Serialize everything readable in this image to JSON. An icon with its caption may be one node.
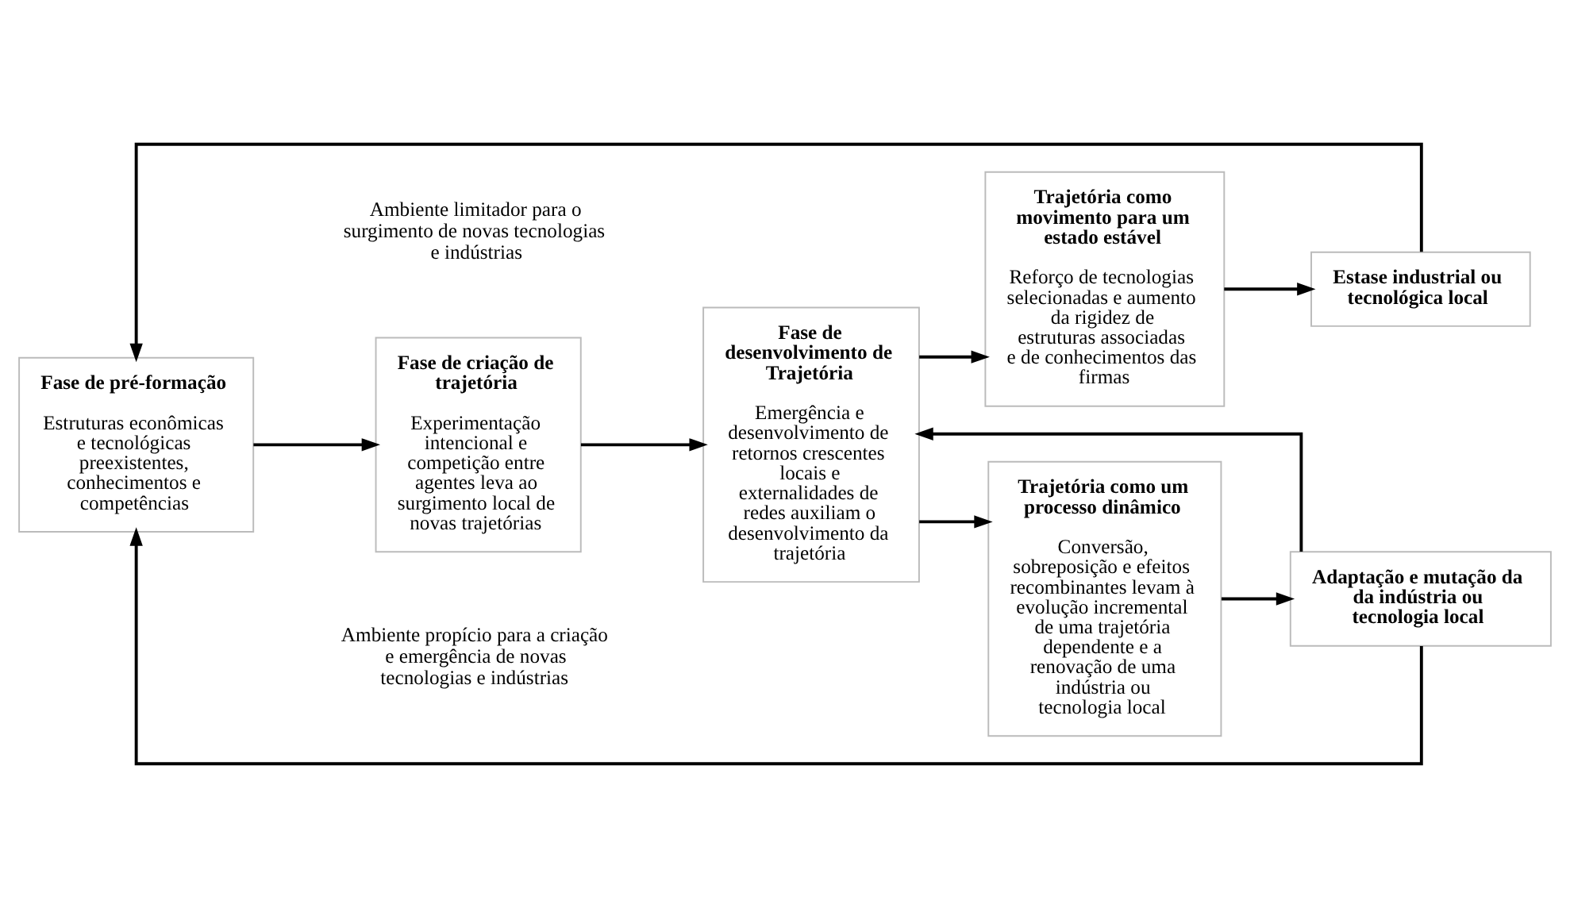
{
  "diagram": {
    "nodes": [
      {
        "text": [
          "Fase de pré-formação",
          "Estruturas econômicas e tecnológicas preexistentes, conhecimentos e competências"
        ]
      },
      {
        "text": [
          "Fase de criação de trajetória",
          "Experimentação intencional e competição entre agentes leva ao surgimento local de novas trajetórias"
        ]
      },
      {
        "text": [
          "Fase de desenvolvimento de Trajetória",
          "Emergência e desenvolvimento de retornos crescentes locais e externalidades de redes auxiliam o desenvolvimento da trajetória"
        ]
      },
      {
        "text": [
          "Trajetória como movimento para um estado estável",
          "Reforço de tecnologias selecionadas e aumento da rigidez de estruturas associadas e de conhecimentos das firmas"
        ]
      },
      {
        "text": [
          "Trajetória como um processo dinâmico",
          "Conversão, sobreposição e efeitos recombinantes levam à evolução incremental de uma trajetória dependente e a renovação de uma indústria ou tecnologia local"
        ]
      },
      {
        "text": [
          "Estase industrial ou tecnológica local"
        ]
      },
      {
        "text": [
          "Adaptação e mutação da da indústria ou tecnologia local"
        ]
      }
    ],
    "edges": [
      {
        "from": 0,
        "to": 1,
        "arrow": "to"
      },
      {
        "from": 1,
        "to": 2,
        "arrow": "to"
      },
      {
        "from": 2,
        "to": 3,
        "arrow": "to"
      },
      {
        "from": 2,
        "to": 4,
        "arrow": "to"
      },
      {
        "from": 3,
        "to": 5,
        "arrow": "to"
      },
      {
        "from": 4,
        "to": 6,
        "arrow": "to"
      },
      {
        "from": 5,
        "to": 0,
        "arrow": "to"
      },
      {
        "from": 6,
        "to": 0,
        "arrow": "to"
      },
      {
        "from": 6,
        "to": 2,
        "arrow": "to"
      }
    ],
    "labels": [
      "Ambiente limitador para o surgimento de novas tecnologias e indústrias",
      "Ambiente propício para a criação e emergência de novas tecnologias e indústrias"
    ]
  }
}
